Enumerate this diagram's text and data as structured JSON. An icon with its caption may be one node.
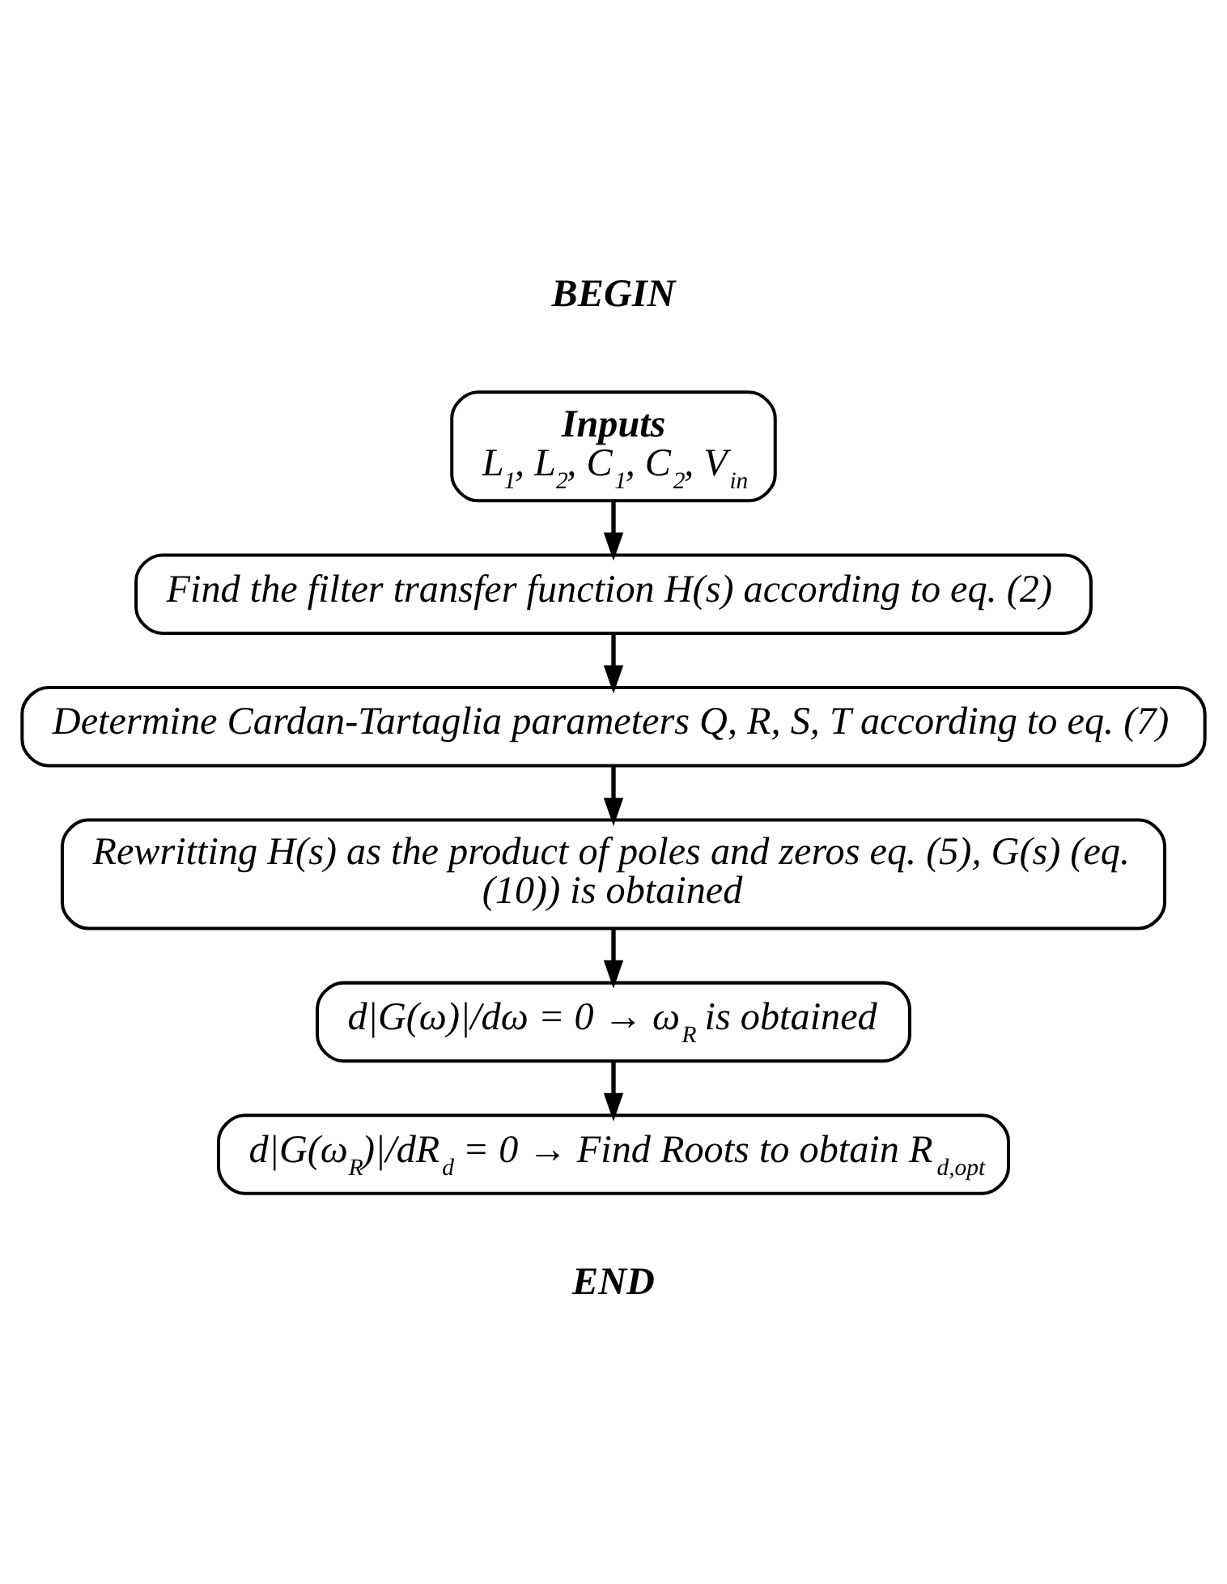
{
  "diagram": {
    "nodes": [
      {
        "text": [
          "Inputs",
          "L$_{1}$, L$_{2}$, C$_{1}$, C$_{2}$, V$_{in}$"
        ]
      },
      {
        "text": [
          "Find the filter transfer function H(s) according to eq. (2)"
        ]
      },
      {
        "text": [
          "Determine Cardan-Tartaglia parameters Q, R, S, T according to eq. (7)"
        ]
      },
      {
        "text": [
          "Rewritting H(s) as the product of poles and zeros eq. (5), G(s) (eq. (10)) is obtained"
        ]
      },
      {
        "text": [
          "d|G(ω)|/dω = 0 → ω$_{R}$ is obtained"
        ]
      },
      {
        "text": [
          "d|G(ω$_{R}$)|/dR$_{d}$ = 0 → Find Roots to obtain R$_{d,opt}$"
        ]
      }
    ],
    "edges": [
      {
        "from": 0,
        "to": 1,
        "arrow": "to"
      },
      {
        "from": 1,
        "to": 2,
        "arrow": "to"
      },
      {
        "from": 2,
        "to": 3,
        "arrow": "to"
      },
      {
        "from": 3,
        "to": 4,
        "arrow": "to"
      },
      {
        "from": 4,
        "to": 5,
        "arrow": "to"
      }
    ],
    "labels": [
      "BEGIN",
      "END"
    ]
  }
}
